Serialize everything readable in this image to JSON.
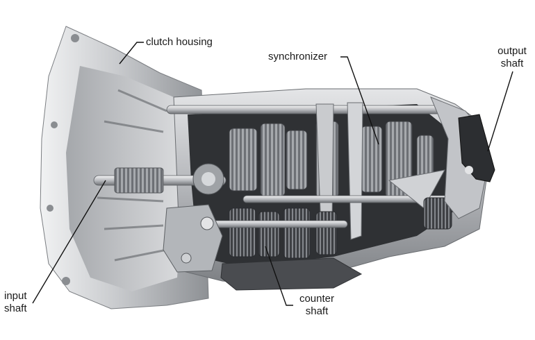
{
  "labels": {
    "clutch_housing": "clutch housing",
    "synchronizer": "synchronizer",
    "output_shaft_line1": "output",
    "output_shaft_line2": "shaft",
    "input_shaft_line1": "input",
    "input_shaft_line2": "shaft",
    "counter_shaft_line1": "counter",
    "counter_shaft_line2": "shaft"
  },
  "colors": {
    "housing_light": "#d9dadc",
    "housing_mid": "#a9abaf",
    "housing_dark": "#55585c",
    "gear": "#7c7f84",
    "gear_dark": "#3a3c40",
    "leader": "#111111"
  }
}
